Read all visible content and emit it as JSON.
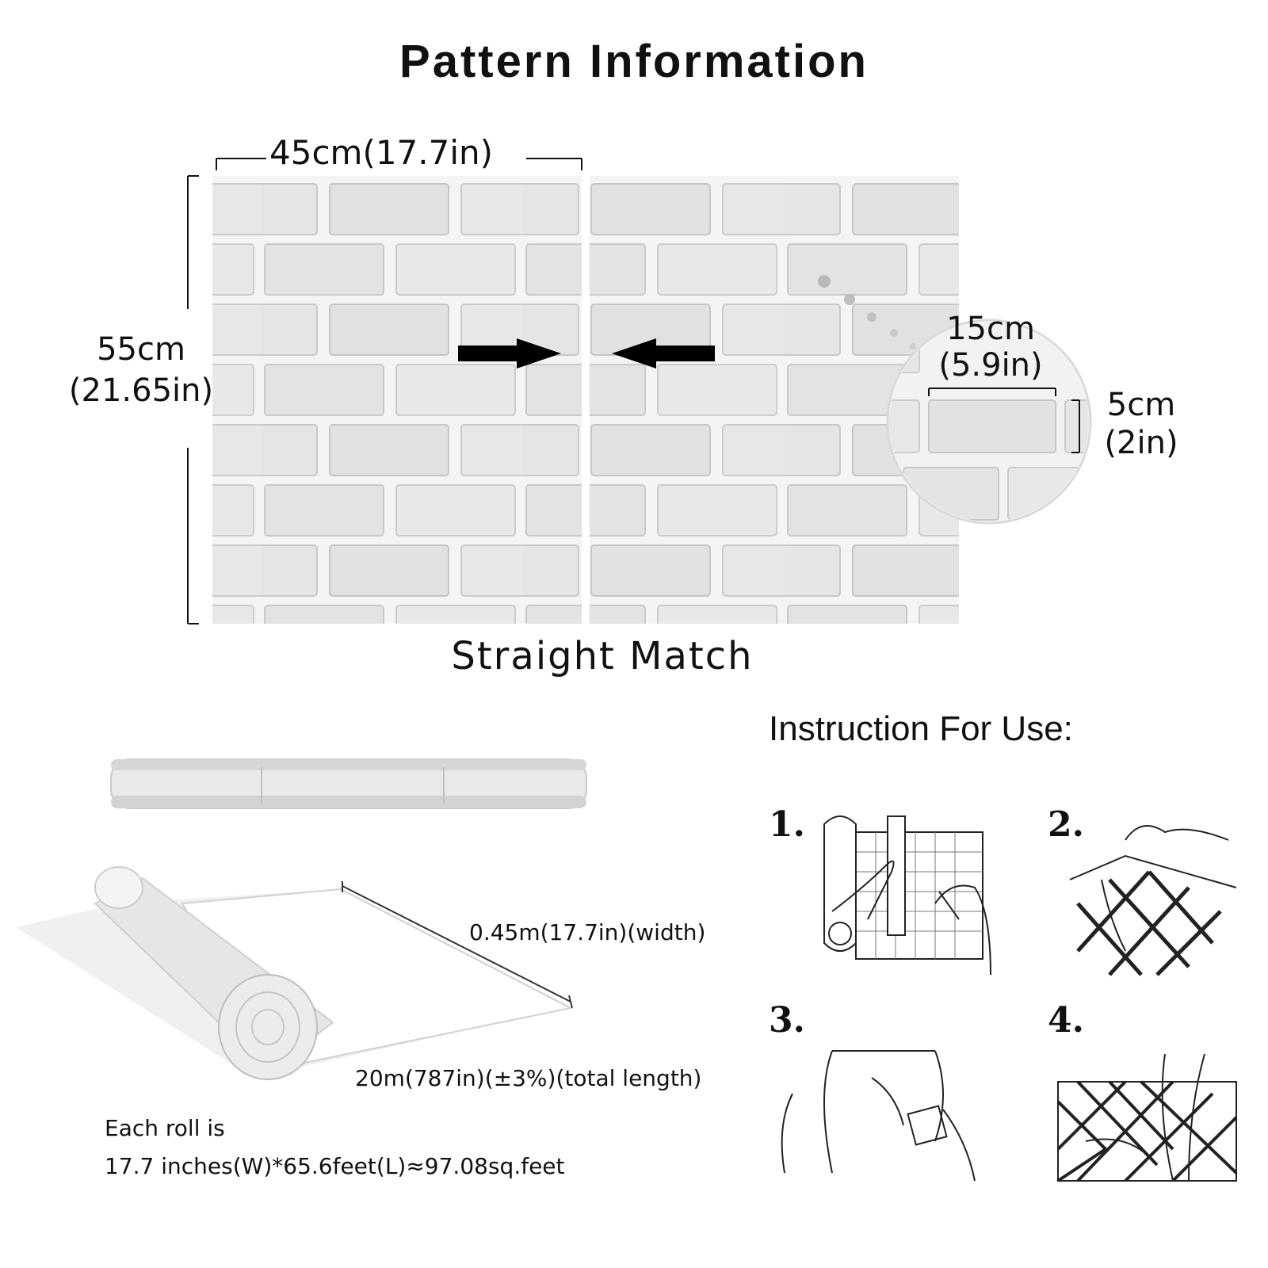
{
  "header": {
    "title": "Pattern Information"
  },
  "pattern": {
    "width_label": "45cm(17.7in)",
    "height_label_cm": "55cm",
    "height_label_in": "(21.65in)",
    "match_label": "Straight Match",
    "brick": {
      "width_cm": "15cm",
      "width_in": "(5.9in)",
      "height_cm": "5cm",
      "height_in": "(2in)"
    }
  },
  "roll": {
    "width_label": "0.45m(17.7in)(width)",
    "length_label": "20m(787in)(±3%)(total length)",
    "note_line1": "Each roll is",
    "note_line2": "17.7 inches(W)*65.6feet(L)≈97.08sq.feet"
  },
  "instructions": {
    "title": "Instruction For Use:",
    "steps": [
      {
        "number": "1."
      },
      {
        "number": "2."
      },
      {
        "number": "3."
      },
      {
        "number": "4."
      }
    ]
  }
}
